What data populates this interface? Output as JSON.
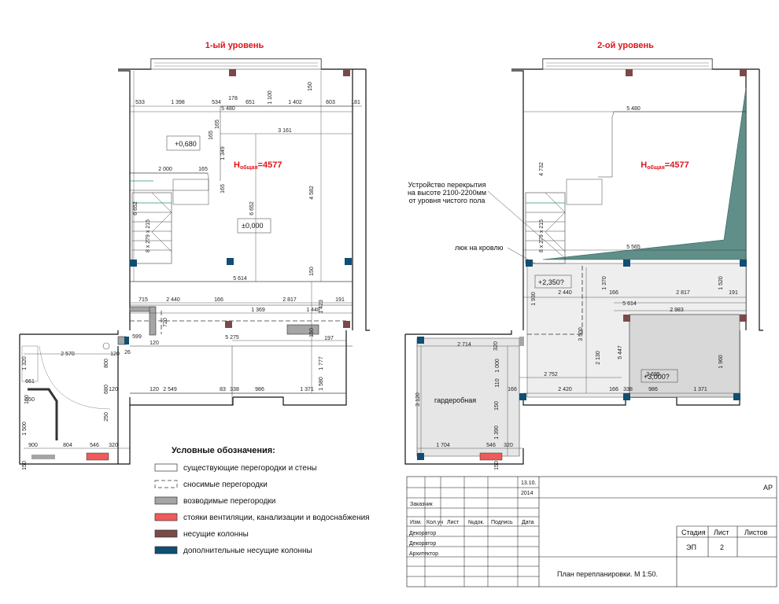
{
  "level1": {
    "title": "1-ый уровень",
    "height": "4577",
    "height_prefix": "H",
    "height_sub": "общая",
    "mark_top": "+0,680",
    "mark_zero": "±0,000",
    "stairs": "8 x 279 x 215",
    "dims": [
      "533",
      "1 398",
      "534",
      "178",
      "651",
      "1 100",
      "1 402",
      "150",
      "603",
      "181",
      "5 480",
      "165",
      "165",
      "3 161",
      "1 349",
      "2 000",
      "165",
      "165",
      "4 582",
      "6 652",
      "6 652",
      "150",
      "5 614",
      "715",
      "2 440",
      "166",
      "2 817",
      "191",
      "720",
      "1 423",
      "1 369",
      "1 448",
      "599",
      "120",
      "120",
      "5 275",
      "150",
      "197",
      "120",
      "26",
      "800",
      "2 570",
      "1 320",
      "661",
      "650",
      "150",
      "680",
      "120",
      "2 549",
      "83",
      "338",
      "986",
      "1 371",
      "1 777",
      "1 580",
      "1 500",
      "250",
      "900",
      "804",
      "546",
      "320",
      "150"
    ]
  },
  "level2": {
    "title": "2-ой уровень",
    "height": "4577",
    "height_prefix": "H",
    "height_sub": "общая",
    "note": [
      "Устройство перекрытия",
      "на высоте 2100-2200мм",
      "от уровня чистого пола"
    ],
    "hatch": "люк на кровлю",
    "mark_a": "+2,350?",
    "mark_b": "+3,000?",
    "room": "гардеробная",
    "stairs": "8 x 279 x 215",
    "dims": [
      "5 480",
      "4 732",
      "5 565",
      "1 930",
      "2 440",
      "1 370",
      "166",
      "2 817",
      "1 520",
      "191",
      "5 614",
      "2 983",
      "3 500",
      "5 447",
      "2 714",
      "320",
      "1 000",
      "110",
      "2 130",
      "2 752",
      "2 695",
      "1 960",
      "166",
      "2 420",
      "166",
      "338",
      "986",
      "1 371",
      "3 120",
      "150",
      "1 390",
      "1 704",
      "546",
      "320",
      "150"
    ]
  },
  "legend": {
    "title": "Условные обозначения:",
    "items": [
      {
        "label": "существующие перегородки и стены",
        "color": "#ffffff",
        "style": "solid"
      },
      {
        "label": "сносимые перегородки",
        "color": "#ffffff",
        "style": "dashed"
      },
      {
        "label": "возводимые перегородки",
        "color": "#a5a5a5",
        "style": "solid"
      },
      {
        "label": "стояки вентиляции, канализации и водоснабжения",
        "color": "#f05a5a",
        "style": "solid"
      },
      {
        "label": "несущие колонны",
        "color": "#7a4a48",
        "style": "solid"
      },
      {
        "label": "дополнительные несущие колонны",
        "color": "#0f4f73",
        "style": "solid"
      }
    ]
  },
  "titleblock": {
    "date": "13.10.",
    "year": "2014",
    "code": "АР",
    "customer": "Заказчик",
    "cols": [
      "Изм.",
      "Кол.уч",
      "Лист",
      "№док.",
      "Подпись",
      "Дата"
    ],
    "roles": [
      "Декоратор",
      "Декоратор",
      "Архитектор"
    ],
    "stage_h": "Стадия",
    "sheet_h": "Лист",
    "sheets_h": "Листов",
    "stage": "ЭП",
    "sheet": "2",
    "caption": "План перепланировки. М 1:50."
  },
  "colors": {
    "accent": "#e0141b",
    "column": "#7a4a48",
    "extra_column": "#0f4f73",
    "pipe": "#f05a5a",
    "new_wall": "#a5a5a5",
    "overlay": "#5f8f88"
  }
}
